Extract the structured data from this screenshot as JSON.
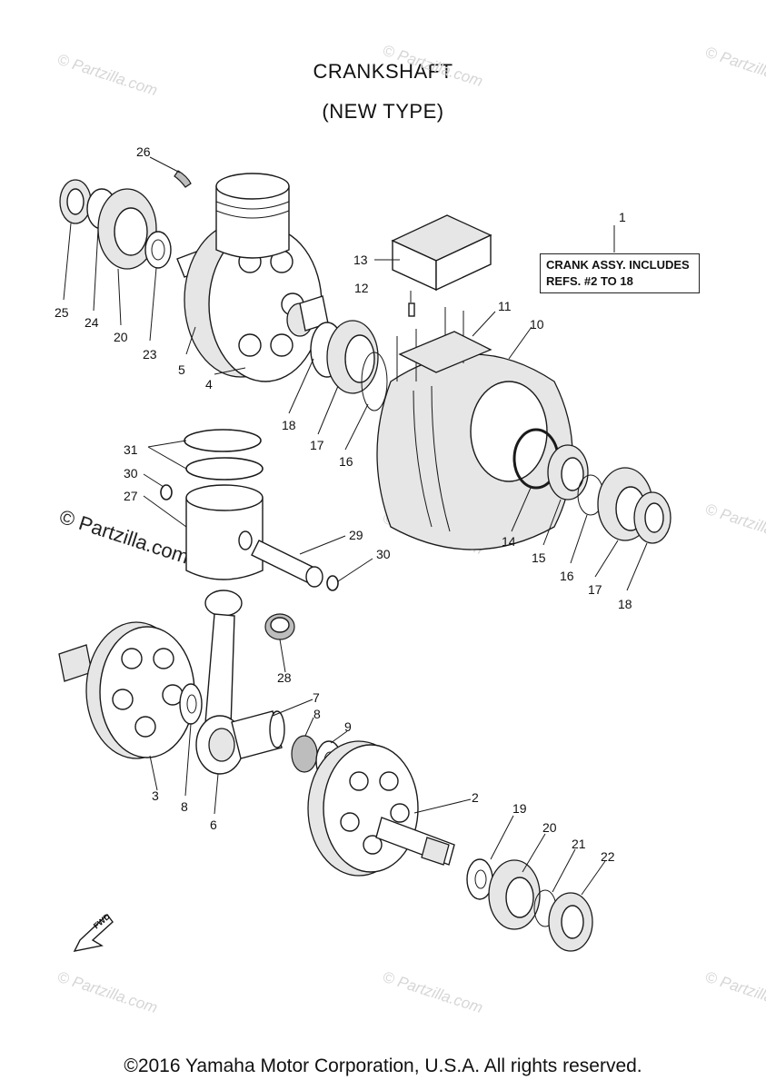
{
  "title_line1": "CRANKSHAFT",
  "title_line2": "(NEW TYPE)",
  "note": {
    "line1": "CRANK ASSY. INCLUDES",
    "line2": "REFS. #2 TO 18"
  },
  "callouts": {
    "c1": "1",
    "c2": "2",
    "c3": "3",
    "c4": "4",
    "c5": "5",
    "c6": "6",
    "c7": "7",
    "c8a": "8",
    "c8b": "8",
    "c9": "9",
    "c10": "10",
    "c11": "11",
    "c12": "12",
    "c13": "13",
    "c14": "14",
    "c15": "15",
    "c16a": "16",
    "c16b": "16",
    "c17a": "17",
    "c17b": "17",
    "c18a": "18",
    "c18b": "18",
    "c19": "19",
    "c20a": "20",
    "c20b": "20",
    "c21": "21",
    "c22": "22",
    "c23": "23",
    "c24": "24",
    "c25": "25",
    "c26": "26",
    "c27": "27",
    "c28": "28",
    "c29": "29",
    "c30a": "30",
    "c30b": "30",
    "c31": "31"
  },
  "fwd_label": "FWD",
  "watermark_text": "© Partzilla.com",
  "watermark_small": "© Partzilla.com",
  "copyright": "©2016 Yamaha Motor Corporation, U.S.A. All rights reserved."
}
